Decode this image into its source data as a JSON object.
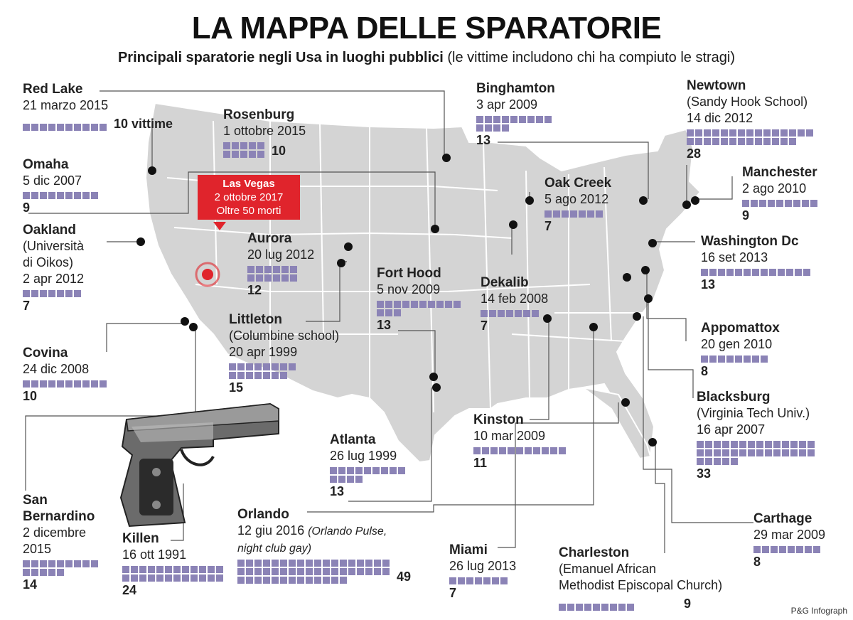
{
  "header": {
    "title": "LA MAPPA DELLE SPARATORIE",
    "subtitle_bold": "Principali sparatorie negli Usa in luoghi pubblici",
    "subtitle_normal": "(le vittime includono chi ha compiuto le stragi)"
  },
  "highlight": {
    "place": "Las Vegas",
    "date": "2 ottobre 2017",
    "note": "Oltre 50 morti",
    "color": "#e0242c"
  },
  "colors": {
    "victim_square": "#8b83b6",
    "map_fill": "#d4d4d4",
    "map_border": "#ffffff",
    "leader": "#555555"
  },
  "icons": {
    "gun": "pistol-illustration"
  },
  "entries": [
    {
      "id": "red-lake",
      "place": "Red Lake",
      "date": "21 marzo 2015",
      "count": "10 vittime",
      "victims": 10,
      "state": "MN"
    },
    {
      "id": "rosenburg",
      "place": "Rosenburg",
      "date": "1 ottobre 2015",
      "count": "10",
      "victims": 10,
      "state": "OR"
    },
    {
      "id": "omaha",
      "place": "Omaha",
      "date": "5 dic 2007",
      "count": "9",
      "victims": 9,
      "state": "NE"
    },
    {
      "id": "oakland",
      "place": "Oakland",
      "note": "(Università|di Oikos)",
      "date": "2 apr 2012",
      "count": "7",
      "victims": 7,
      "state": "CA"
    },
    {
      "id": "covina",
      "place": "Covina",
      "date": "24 dic 2008",
      "count": "10",
      "victims": 10,
      "state": "CA"
    },
    {
      "id": "san-bernardino",
      "place": "San|Bernardino",
      "date": "2 dicembre|2015",
      "count": "14",
      "victims": 14,
      "state": "CA"
    },
    {
      "id": "killen",
      "place": "Killen",
      "date": "16 ott 1991",
      "count": "24",
      "victims": 24,
      "state": "TX"
    },
    {
      "id": "aurora",
      "place": "Aurora",
      "date": "20 lug 2012",
      "count": "12",
      "victims": 12,
      "state": "CO"
    },
    {
      "id": "littleton",
      "place": "Littleton",
      "note": "(Columbine school)",
      "date": "20 apr 1999",
      "count": "15",
      "victims": 15,
      "state": "CO"
    },
    {
      "id": "fort-hood",
      "place": "Fort Hood",
      "date": "5 nov 2009",
      "count": "13",
      "victims": 13,
      "state": "TX"
    },
    {
      "id": "atlanta",
      "place": "Atlanta",
      "date": "26 lug 1999",
      "count": "13",
      "victims": 13,
      "state": "GA"
    },
    {
      "id": "orlando",
      "place": "Orlando",
      "date": "12 giu 2016",
      "note": "(Orlando Pulse,|night club gay)",
      "count": "49",
      "victims": 49,
      "state": "FL"
    },
    {
      "id": "binghamton",
      "place": "Binghamton",
      "date": "3 apr 2009",
      "count": "13",
      "victims": 13,
      "state": "NY"
    },
    {
      "id": "oak-creek",
      "place": "Oak Creek",
      "date": "5 ago 2012",
      "count": "7",
      "victims": 7,
      "state": "WI"
    },
    {
      "id": "dekalib",
      "place": "Dekalib",
      "date": "14 feb 2008",
      "count": "7",
      "victims": 7,
      "state": "IL"
    },
    {
      "id": "kinston",
      "place": "Kinston",
      "date": "10 mar 2009",
      "count": "11",
      "victims": 11,
      "state": "AL"
    },
    {
      "id": "miami",
      "place": "Miami",
      "date": "26 lug 2013",
      "count": "7",
      "victims": 7,
      "state": "FL"
    },
    {
      "id": "charleston",
      "place": "Charleston",
      "note": "(Emanuel African|Methodist Episcopal Church)",
      "count": "9",
      "victims": 9,
      "state": "SC"
    },
    {
      "id": "newtown",
      "place": "Newtown",
      "note": "(Sandy Hook School)",
      "date": "14 dic 2012",
      "count": "28",
      "victims": 28,
      "state": "CT"
    },
    {
      "id": "manchester",
      "place": "Manchester",
      "date": "2 ago 2010",
      "count": "9",
      "victims": 9,
      "state": "CT"
    },
    {
      "id": "washington",
      "place": "Washington Dc",
      "date": "16 set 2013",
      "count": "13",
      "victims": 13,
      "state": "DC"
    },
    {
      "id": "appomattox",
      "place": "Appomattox",
      "date": "20 gen 2010",
      "count": "8",
      "victims": 8,
      "state": "VA"
    },
    {
      "id": "blacksburg",
      "place": "Blacksburg",
      "note": "(Virginia Tech Univ.)",
      "date": "16 apr 2007",
      "count": "33",
      "victims": 33,
      "state": "VA"
    },
    {
      "id": "carthage",
      "place": "Carthage",
      "date": "29 mar 2009",
      "count": "8",
      "victims": 8,
      "state": "NC"
    }
  ],
  "credit": "P&G Infograph"
}
